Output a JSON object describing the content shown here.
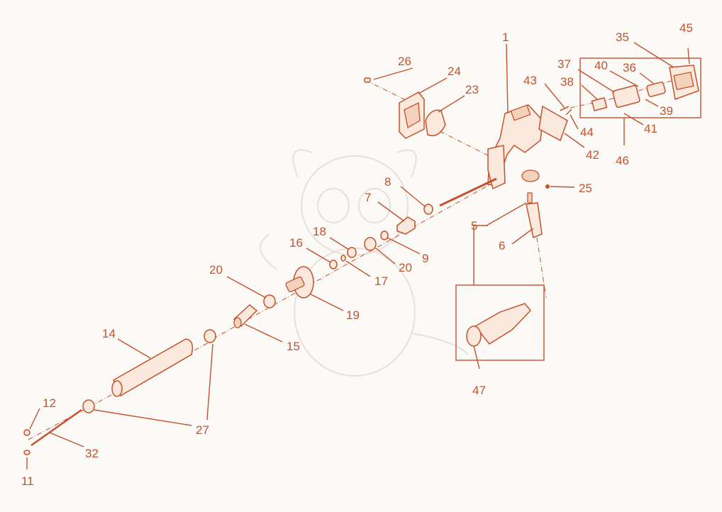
{
  "diagram": {
    "labels": {
      "n1": "1",
      "n5": "5",
      "n6": "6",
      "n7": "7",
      "n8": "8",
      "n9": "9",
      "n11": "11",
      "n12": "12",
      "n14": "14",
      "n15": "15",
      "n16": "16",
      "n17": "17",
      "n18": "18",
      "n19": "19",
      "n20a": "20",
      "n20b": "20",
      "n23": "23",
      "n24": "24",
      "n25": "25",
      "n26": "26",
      "n27": "27",
      "n32": "32",
      "n35": "35",
      "n36": "36",
      "n37": "37",
      "n38": "38",
      "n39": "39",
      "n40": "40",
      "n41": "41",
      "n42": "42",
      "n43": "43",
      "n44": "44",
      "n45": "45",
      "n46": "46",
      "n47": "47"
    },
    "colors": {
      "accent": "#c5522c",
      "part_fill": "#fbe9dd",
      "background": "#fbfaf7"
    }
  }
}
